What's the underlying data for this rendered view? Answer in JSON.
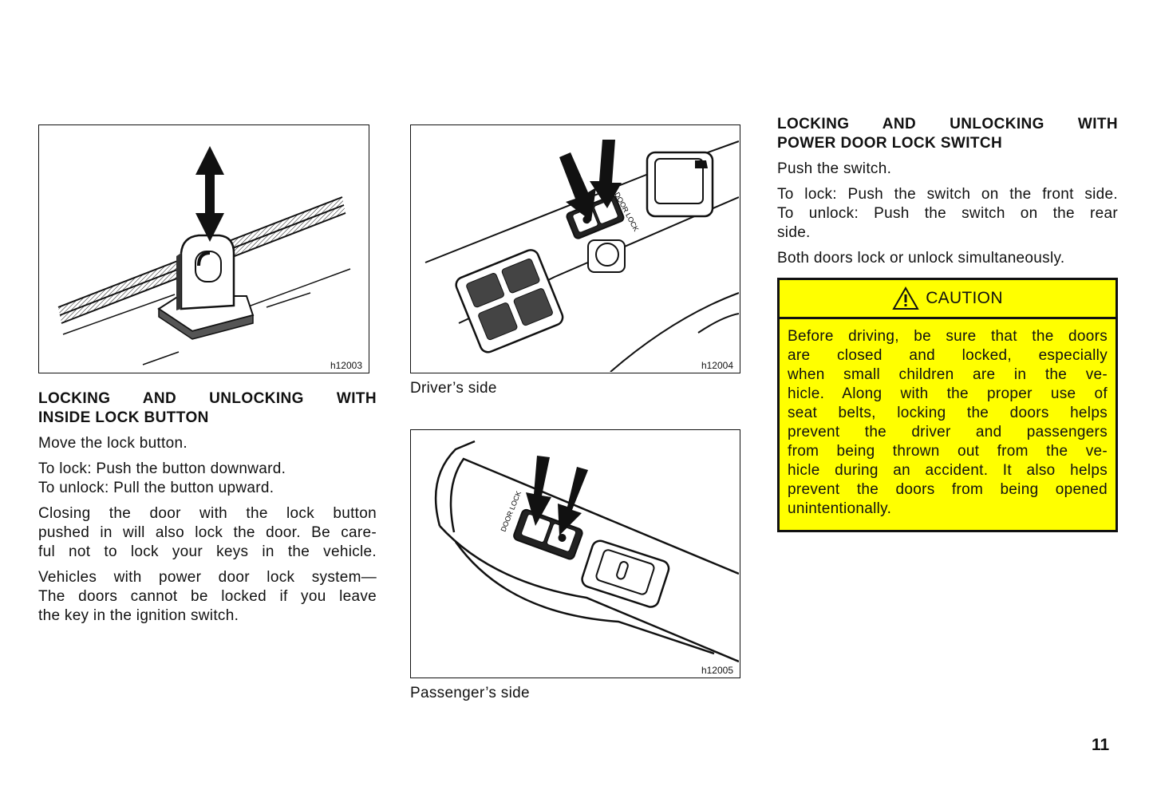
{
  "left": {
    "figure_code": "h12003",
    "heading": [
      "LOCKING AND UNLOCKING WITH",
      "INSIDE LOCK BUTTON"
    ],
    "intro": "Move the lock button.",
    "lock_line": "To lock: Push the button downward.",
    "unlock_line": "To unlock: Pull the button upward.",
    "para_closing": [
      "Closing the door with the lock button",
      "pushed in will also lock the door. Be care-",
      "ful not to lock your keys in the vehicle."
    ],
    "para_power": [
      "Vehicles with power door lock system—",
      "The doors cannot be locked if you leave",
      "the key in the ignition switch."
    ]
  },
  "middle": {
    "driver_figure_code": "h12004",
    "driver_caption": "Driver’s side",
    "driver_switch_label": "DOOR LOCK",
    "passenger_figure_code": "h12005",
    "passenger_caption": "Passenger’s side",
    "passenger_switch_label": "DOOR LOCK"
  },
  "right": {
    "heading": [
      "LOCKING AND UNLOCKING WITH",
      "POWER DOOR LOCK SWITCH"
    ],
    "intro": "Push the switch.",
    "para_push": [
      "To lock: Push the switch on the front side.",
      "To unlock: Push the switch on the rear",
      "side."
    ],
    "para_both": "Both doors lock or unlock simultaneously.",
    "caution": {
      "title": "CAUTION",
      "lines": [
        "Before driving, be sure that the doors",
        "are closed and locked, especially",
        "when small children are in the ve-",
        "hicle. Along with the proper use of",
        "seat belts, locking the doors helps",
        "prevent the driver and passengers",
        "from being thrown out from the ve-",
        "hicle during an accident. It also helps",
        "prevent the doors from being opened",
        "unintentionally."
      ],
      "background_color": "#ffff00"
    }
  },
  "page_number": "11"
}
